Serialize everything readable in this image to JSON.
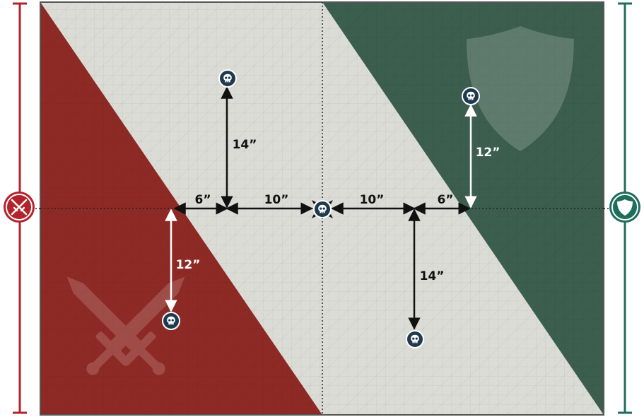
{
  "map": {
    "attacker_color": "#8e2a25",
    "defender_color": "#3c5e4e",
    "board_color": "#dcdcd6",
    "marker_color": "#1f3a4e"
  },
  "sides": {
    "attacker_icon": "crossed-swords-icon",
    "defender_icon": "shield-icon"
  },
  "distances": {
    "left_horizontal": "6”",
    "center_left": "10”",
    "center_right": "10”",
    "right_horizontal": "6”",
    "upper_vertical": "14”",
    "lower_vertical": "14”",
    "left_vertical": "12”",
    "right_vertical": "12”"
  },
  "objective_markers": [
    {
      "id": "center",
      "icon": "skull-icon"
    },
    {
      "id": "upper-left",
      "icon": "skull-icon"
    },
    {
      "id": "lower-left",
      "icon": "skull-icon"
    },
    {
      "id": "upper-right",
      "icon": "skull-icon"
    },
    {
      "id": "lower-right",
      "icon": "skull-icon"
    }
  ]
}
